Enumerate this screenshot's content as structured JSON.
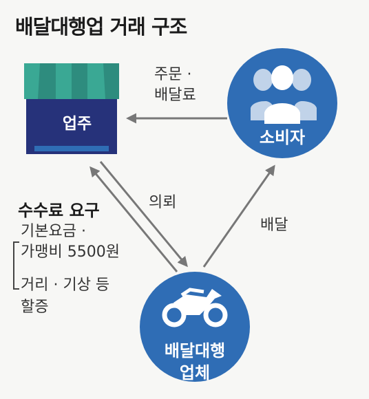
{
  "title": "배달대행업 거래 구조",
  "nodes": {
    "owner": "업주",
    "consumer": "소비자",
    "agency_line1": "배달대행",
    "agency_line2": "업체"
  },
  "edges": {
    "order_line1": "주문 ·",
    "order_line2": "배달료",
    "request": "의뢰",
    "delivery": "배달"
  },
  "fee": {
    "title": "수수료 요구",
    "item1_line1": "기본요금 ·",
    "item1_line2": "가맹비 5500원",
    "item2_line1": "거리 · 기상 등",
    "item2_line2": "할증"
  },
  "colors": {
    "blue": "#2f6db5",
    "navy": "#26327a",
    "teal": "#2e8c7e",
    "arrow": "#777777"
  }
}
